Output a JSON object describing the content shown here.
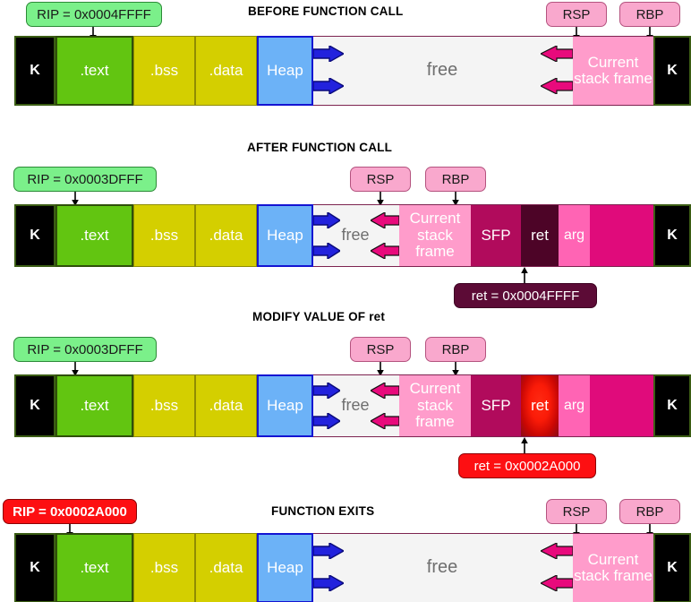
{
  "figure": {
    "title_style": "uppercase-bold",
    "colors": {
      "kernel": "#000000",
      "text_seg": "#62c511",
      "bss_data": "#d4cf00",
      "heap": "#6cb2f7",
      "free": "#f4f4f4",
      "current_stack_frame": "#ff9ccb",
      "sfp": "#b10b5c",
      "ret": "#4d0427",
      "ret_highlight": "#fa1b08",
      "arg": "#ff64b4",
      "stack_fill": "#e00b7b",
      "grow_arrow_heap": "#2222dd",
      "grow_arrow_stack": "#e80a7c",
      "rip_bubble": "#7bf08a",
      "rip_bubble_alert": "#fd0f12",
      "register_bubble": "#f9a8cd",
      "ret_bubble": "#5c0b36",
      "ret_bubble_alert": "#fd0f12"
    }
  },
  "panels": [
    {
      "id": "before-function-call",
      "title": "BEFORE FUNCTION CALL",
      "rip": {
        "label": "RIP = 0x0004FFFF",
        "alert": false
      },
      "registers": [
        {
          "name": "RSP",
          "label": "RSP"
        },
        {
          "name": "RBP",
          "label": "RBP"
        }
      ],
      "segments": [
        {
          "name": "kernel-low",
          "label": "K"
        },
        {
          "name": "text",
          "label": ".text"
        },
        {
          "name": "bss",
          "label": ".bss"
        },
        {
          "name": "data",
          "label": ".data"
        },
        {
          "name": "heap",
          "label": "Heap"
        },
        {
          "name": "free",
          "label": "free"
        },
        {
          "name": "current-stack-frame",
          "label": "Current stack frame"
        },
        {
          "name": "kernel-high",
          "label": "K"
        }
      ]
    },
    {
      "id": "after-function-call",
      "title": "AFTER FUNCTION CALL",
      "rip": {
        "label": "RIP = 0x0003DFFF",
        "alert": false
      },
      "registers": [
        {
          "name": "RSP",
          "label": "RSP"
        },
        {
          "name": "RBP",
          "label": "RBP"
        }
      ],
      "segments": [
        {
          "name": "kernel-low",
          "label": "K"
        },
        {
          "name": "text",
          "label": ".text"
        },
        {
          "name": "bss",
          "label": ".bss"
        },
        {
          "name": "data",
          "label": ".data"
        },
        {
          "name": "heap",
          "label": "Heap"
        },
        {
          "name": "free",
          "label": "free"
        },
        {
          "name": "current-stack-frame",
          "label": "Current stack frame"
        },
        {
          "name": "sfp",
          "label": "SFP"
        },
        {
          "name": "ret",
          "label": "ret"
        },
        {
          "name": "arg",
          "label": "arg"
        },
        {
          "name": "stack-fill",
          "label": ""
        },
        {
          "name": "kernel-high",
          "label": "K"
        }
      ],
      "ret_callout": {
        "label": "ret = 0x0004FFFF",
        "alert": false
      }
    },
    {
      "id": "modify-value-of-ret",
      "title": "MODIFY VALUE OF ret",
      "rip": {
        "label": "RIP = 0x0003DFFF",
        "alert": false
      },
      "registers": [
        {
          "name": "RSP",
          "label": "RSP"
        },
        {
          "name": "RBP",
          "label": "RBP"
        }
      ],
      "segments": [
        {
          "name": "kernel-low",
          "label": "K"
        },
        {
          "name": "text",
          "label": ".text"
        },
        {
          "name": "bss",
          "label": ".bss"
        },
        {
          "name": "data",
          "label": ".data"
        },
        {
          "name": "heap",
          "label": "Heap"
        },
        {
          "name": "free",
          "label": "free"
        },
        {
          "name": "current-stack-frame",
          "label": "Current stack frame"
        },
        {
          "name": "sfp",
          "label": "SFP"
        },
        {
          "name": "ret",
          "label": "ret"
        },
        {
          "name": "arg",
          "label": "arg"
        },
        {
          "name": "stack-fill",
          "label": ""
        },
        {
          "name": "kernel-high",
          "label": "K"
        }
      ],
      "ret_callout": {
        "label": "ret = 0x0002A000",
        "alert": true
      }
    },
    {
      "id": "function-exits",
      "title": "FUNCTION EXITS",
      "rip": {
        "label": "RIP = 0x0002A000",
        "alert": true
      },
      "registers": [
        {
          "name": "RSP",
          "label": "RSP"
        },
        {
          "name": "RBP",
          "label": "RBP"
        }
      ],
      "segments": [
        {
          "name": "kernel-low",
          "label": "K"
        },
        {
          "name": "text",
          "label": ".text"
        },
        {
          "name": "bss",
          "label": ".bss"
        },
        {
          "name": "data",
          "label": ".data"
        },
        {
          "name": "heap",
          "label": "Heap"
        },
        {
          "name": "free",
          "label": "free"
        },
        {
          "name": "current-stack-frame",
          "label": "Current stack frame"
        },
        {
          "name": "kernel-high",
          "label": "K"
        }
      ]
    }
  ]
}
